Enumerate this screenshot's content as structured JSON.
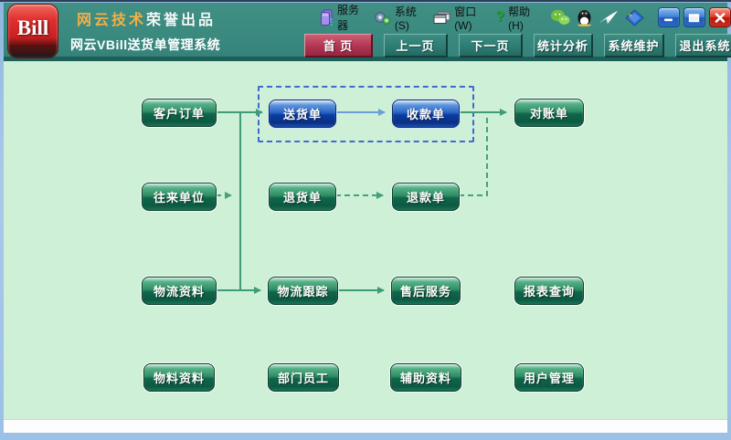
{
  "window": {
    "logo": "Bill",
    "brand": {
      "highlight": "网云技术",
      "rest": "荣誉出品"
    },
    "title": "网云VBill送货单管理系统"
  },
  "menubar": {
    "items": [
      {
        "label": "服务器",
        "icon": "server-icon"
      },
      {
        "label": "系统(S)",
        "icon": "system-gears-icon"
      },
      {
        "label": "窗口(W)",
        "icon": "window-icon"
      },
      {
        "label": "帮助(H)",
        "icon": "help-icon"
      }
    ],
    "tray_icons": [
      "wechat-icon",
      "qq-icon",
      "bird-icon",
      "diamond-icon"
    ],
    "window_controls": [
      "minimize",
      "maximize",
      "close"
    ]
  },
  "nav": {
    "items": [
      {
        "label": "首 页",
        "active": true
      },
      {
        "label": "上一页",
        "active": false
      },
      {
        "label": "下一页",
        "active": false
      },
      {
        "label": "统计分析",
        "active": false
      },
      {
        "label": "系统维护",
        "active": false
      },
      {
        "label": "退出系统",
        "active": false
      }
    ]
  },
  "flowchart": {
    "nodes": [
      {
        "label": "客户订单",
        "type": "green"
      },
      {
        "label": "送货单",
        "type": "blue"
      },
      {
        "label": "收款单",
        "type": "blue"
      },
      {
        "label": "对账单",
        "type": "green"
      },
      {
        "label": "往来单位",
        "type": "green"
      },
      {
        "label": "退货单",
        "type": "green"
      },
      {
        "label": "退款单",
        "type": "green"
      },
      {
        "label": "物流资料",
        "type": "green"
      },
      {
        "label": "物流跟踪",
        "type": "green"
      },
      {
        "label": "售后服务",
        "type": "green"
      },
      {
        "label": "报表查询",
        "type": "green"
      },
      {
        "label": "物料资料",
        "type": "green"
      },
      {
        "label": "部门员工",
        "type": "green"
      },
      {
        "label": "辅助资料",
        "type": "green"
      },
      {
        "label": "用户管理",
        "type": "green"
      }
    ]
  },
  "colors": {
    "header_teal": "#3a8a80",
    "separator_teal": "#1d5f58",
    "content_green": "#cdf0d7",
    "active_nav_red": "#b23552",
    "node_green": "#2f8e63",
    "node_blue": "#1c55b8",
    "arrow_green": "#3e9c77",
    "arrow_blue": "#6b9fd6",
    "dashed_box_blue": "#4468cf",
    "brand_gold": "#f0b04a",
    "logo_red": "#d42828"
  },
  "statusbar": {
    "text": ""
  }
}
